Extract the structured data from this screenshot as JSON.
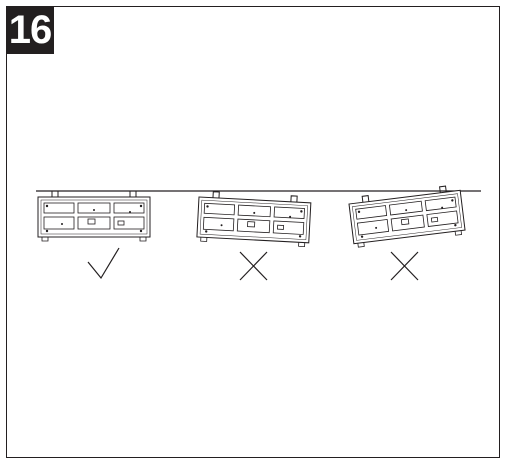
{
  "step": {
    "number": "16"
  },
  "panels": [
    {
      "id": "level",
      "mark": "check-icon",
      "verdict": "correct"
    },
    {
      "id": "tilted-right-down",
      "mark": "cross-icon",
      "verdict": "incorrect"
    },
    {
      "id": "tilted-left-down",
      "mark": "cross-icon",
      "verdict": "incorrect"
    }
  ],
  "colors": {
    "ink": "#231f20",
    "paper": "#ffffff"
  }
}
